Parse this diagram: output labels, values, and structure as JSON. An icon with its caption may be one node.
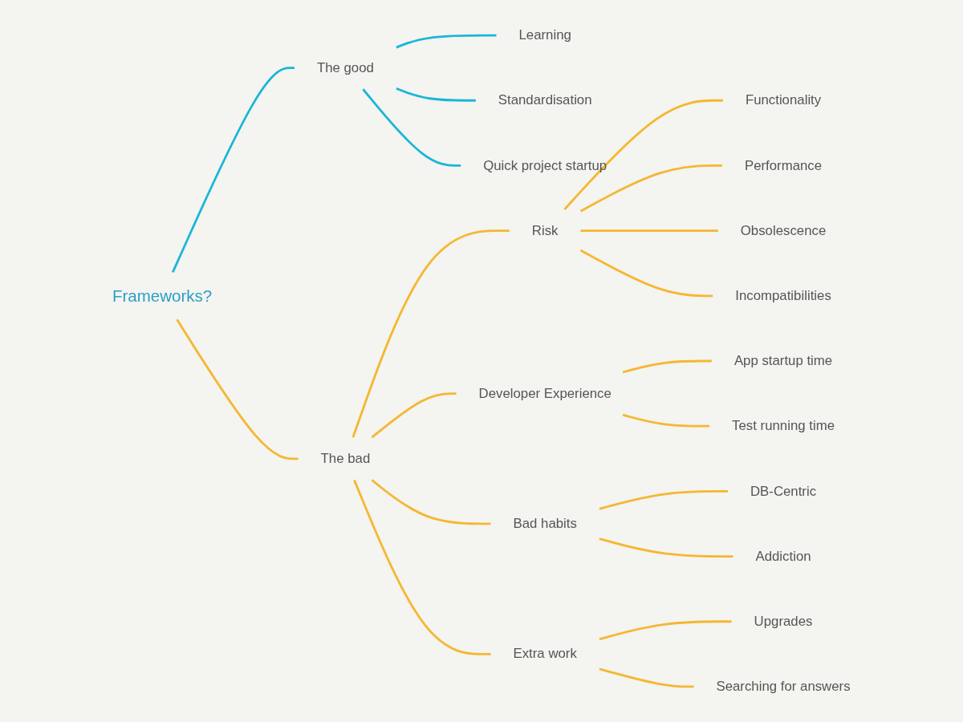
{
  "diagram": {
    "nodes": [
      {
        "text": [
          "Frameworks?"
        ]
      },
      {
        "text": [
          "The good"
        ]
      },
      {
        "text": [
          "Learning"
        ]
      },
      {
        "text": [
          "Standardisation"
        ]
      },
      {
        "text": [
          "Quick project startup"
        ]
      },
      {
        "text": [
          "The bad"
        ]
      },
      {
        "text": [
          "Risk"
        ]
      },
      {
        "text": [
          "Functionality"
        ]
      },
      {
        "text": [
          "Performance"
        ]
      },
      {
        "text": [
          "Obsolescence"
        ]
      },
      {
        "text": [
          "Incompatibilities"
        ]
      },
      {
        "text": [
          "Developer Experience"
        ]
      },
      {
        "text": [
          "App startup time"
        ]
      },
      {
        "text": [
          "Test running time"
        ]
      },
      {
        "text": [
          "Bad habits"
        ]
      },
      {
        "text": [
          "DB-Centric"
        ]
      },
      {
        "text": [
          "Addiction"
        ]
      },
      {
        "text": [
          "Extra work"
        ]
      },
      {
        "text": [
          "Upgrades"
        ]
      },
      {
        "text": [
          "Searching for answers"
        ]
      }
    ],
    "edges": [
      {
        "from": 0,
        "to": 1,
        "arrow": "none",
        "color": "#1ab6d9"
      },
      {
        "from": 1,
        "to": 2,
        "arrow": "none",
        "color": "#1ab6d9"
      },
      {
        "from": 1,
        "to": 3,
        "arrow": "none",
        "color": "#1ab6d9"
      },
      {
        "from": 1,
        "to": 4,
        "arrow": "none",
        "color": "#1ab6d9"
      },
      {
        "from": 0,
        "to": 5,
        "arrow": "none"
      },
      {
        "from": 5,
        "to": 6,
        "arrow": "none"
      },
      {
        "from": 6,
        "to": 7,
        "arrow": "none"
      },
      {
        "from": 6,
        "to": 8,
        "arrow": "none"
      },
      {
        "from": 6,
        "to": 9,
        "arrow": "none"
      },
      {
        "from": 6,
        "to": 10,
        "arrow": "none"
      },
      {
        "from": 5,
        "to": 11,
        "arrow": "none"
      },
      {
        "from": 11,
        "to": 12,
        "arrow": "none"
      },
      {
        "from": 11,
        "to": 13,
        "arrow": "none"
      },
      {
        "from": 5,
        "to": 14,
        "arrow": "none"
      },
      {
        "from": 14,
        "to": 15,
        "arrow": "none"
      },
      {
        "from": 14,
        "to": 16,
        "arrow": "none"
      },
      {
        "from": 5,
        "to": 17,
        "arrow": "none"
      },
      {
        "from": 17,
        "to": 18,
        "arrow": "none"
      },
      {
        "from": 17,
        "to": 19,
        "arrow": "none"
      }
    ]
  }
}
